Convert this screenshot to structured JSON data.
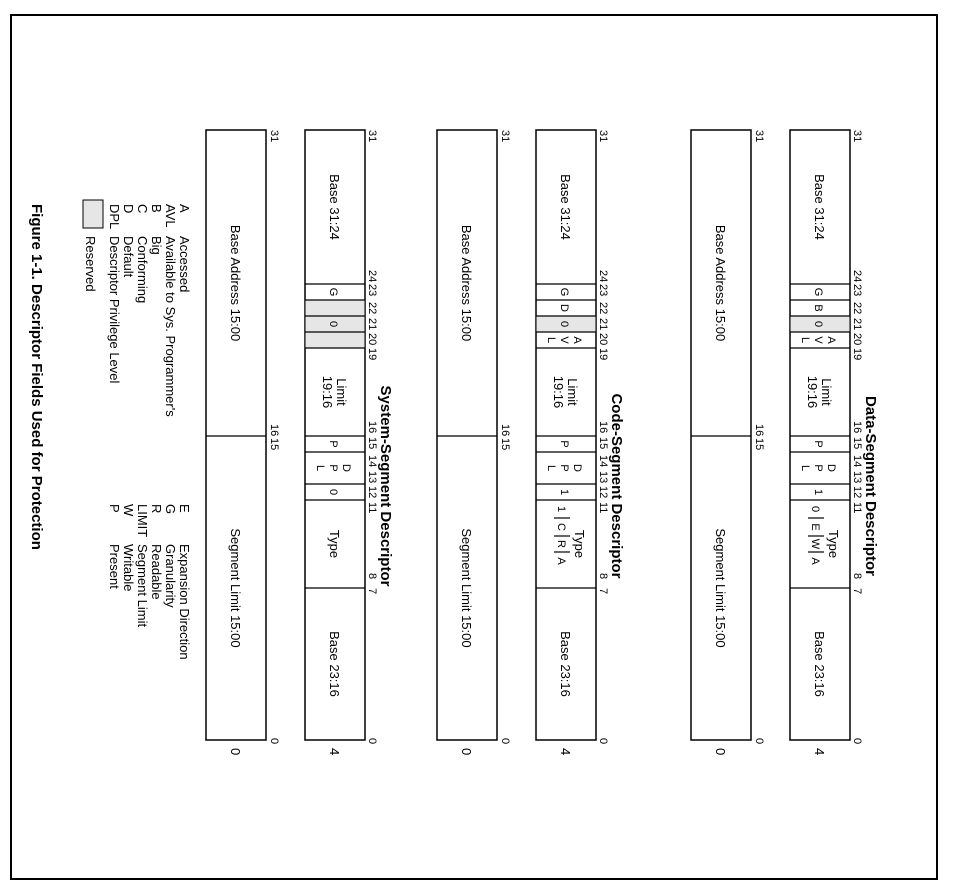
{
  "descriptors": [
    {
      "title": "Data-Segment Descriptor",
      "word4": {
        "bits": [
          "31",
          "24",
          "23",
          "22",
          "21",
          "20",
          "19",
          "16",
          "15",
          "14",
          "13",
          "12",
          "11",
          "8",
          "7",
          "0"
        ],
        "fields": {
          "base_hi": "Base 31:24",
          "g": "G",
          "db": "B",
          "zero": "0",
          "avl": [
            "A",
            "V",
            "L"
          ],
          "limit": [
            "Limit",
            "19:16"
          ],
          "p": "P",
          "dpl": [
            "D",
            "P",
            "L"
          ],
          "s": "1",
          "type_label": "Type",
          "type_bits": [
            "0",
            "E",
            "W",
            "A"
          ],
          "base_mid": "Base 23:16"
        },
        "offset": "4"
      },
      "word0": {
        "bits": [
          "31",
          "16",
          "15",
          "0"
        ],
        "base": "Base Address 15:00",
        "limit": "Segment Limit 15:00",
        "offset": "0"
      }
    },
    {
      "title": "Code-Segment Descriptor",
      "word4": {
        "bits": [
          "31",
          "24",
          "23",
          "22",
          "21",
          "20",
          "19",
          "16",
          "15",
          "14",
          "13",
          "12",
          "11",
          "8",
          "7",
          "0"
        ],
        "fields": {
          "base_hi": "Base 31:24",
          "g": "G",
          "db": "D",
          "zero": "0",
          "avl": [
            "A",
            "V",
            "L"
          ],
          "limit": [
            "Limit",
            "19:16"
          ],
          "p": "P",
          "dpl": [
            "D",
            "P",
            "L"
          ],
          "s": "1",
          "type_label": "Type",
          "type_bits": [
            "1",
            "C",
            "R",
            "A"
          ],
          "base_mid": "Base 23:16"
        },
        "offset": "4"
      },
      "word0": {
        "bits": [
          "31",
          "16",
          "15",
          "0"
        ],
        "base": "Base Address 15:00",
        "limit": "Segment Limit 15:00",
        "offset": "0"
      }
    },
    {
      "title": "System-Segment Descriptor",
      "word4": {
        "bits": [
          "31",
          "24",
          "23",
          "22",
          "21",
          "20",
          "19",
          "16",
          "15",
          "14",
          "13",
          "12",
          "11",
          "8",
          "7",
          "0"
        ],
        "fields": {
          "base_hi": "Base 31:24",
          "g": "G",
          "zero": "0",
          "limit": [
            "Limit",
            "19:16"
          ],
          "p": "P",
          "dpl": [
            "D",
            "P",
            "L"
          ],
          "s": "0",
          "type_label": "Type",
          "base_mid": "Base 23:16"
        },
        "offset": "4"
      },
      "word0": {
        "bits": [
          "31",
          "16",
          "15",
          "0"
        ],
        "base": "Base Address 15:00",
        "limit": "Segment Limit 15:00",
        "offset": "0"
      }
    }
  ],
  "legend": {
    "left": [
      {
        "abbr": "A",
        "text": "Accessed"
      },
      {
        "abbr": "AVL",
        "text": "Available to Sys. Programmer's"
      },
      {
        "abbr": "B",
        "text": "Big"
      },
      {
        "abbr": "C",
        "text": "Conforming"
      },
      {
        "abbr": "D",
        "text": "Default"
      },
      {
        "abbr": "DPL",
        "text": "Descriptor Privilege Level"
      }
    ],
    "right": [
      {
        "abbr": "E",
        "text": "Expansion Direction"
      },
      {
        "abbr": "G",
        "text": "Granularity"
      },
      {
        "abbr": "R",
        "text": "Readable"
      },
      {
        "abbr": "LIMIT",
        "text": "Segment Limit"
      },
      {
        "abbr": "W",
        "text": "Writable"
      },
      {
        "abbr": "P",
        "text": "Present"
      }
    ],
    "reserved": "Reserved"
  },
  "caption": "Figure 1-1. Descriptor Fields Used for Protection"
}
